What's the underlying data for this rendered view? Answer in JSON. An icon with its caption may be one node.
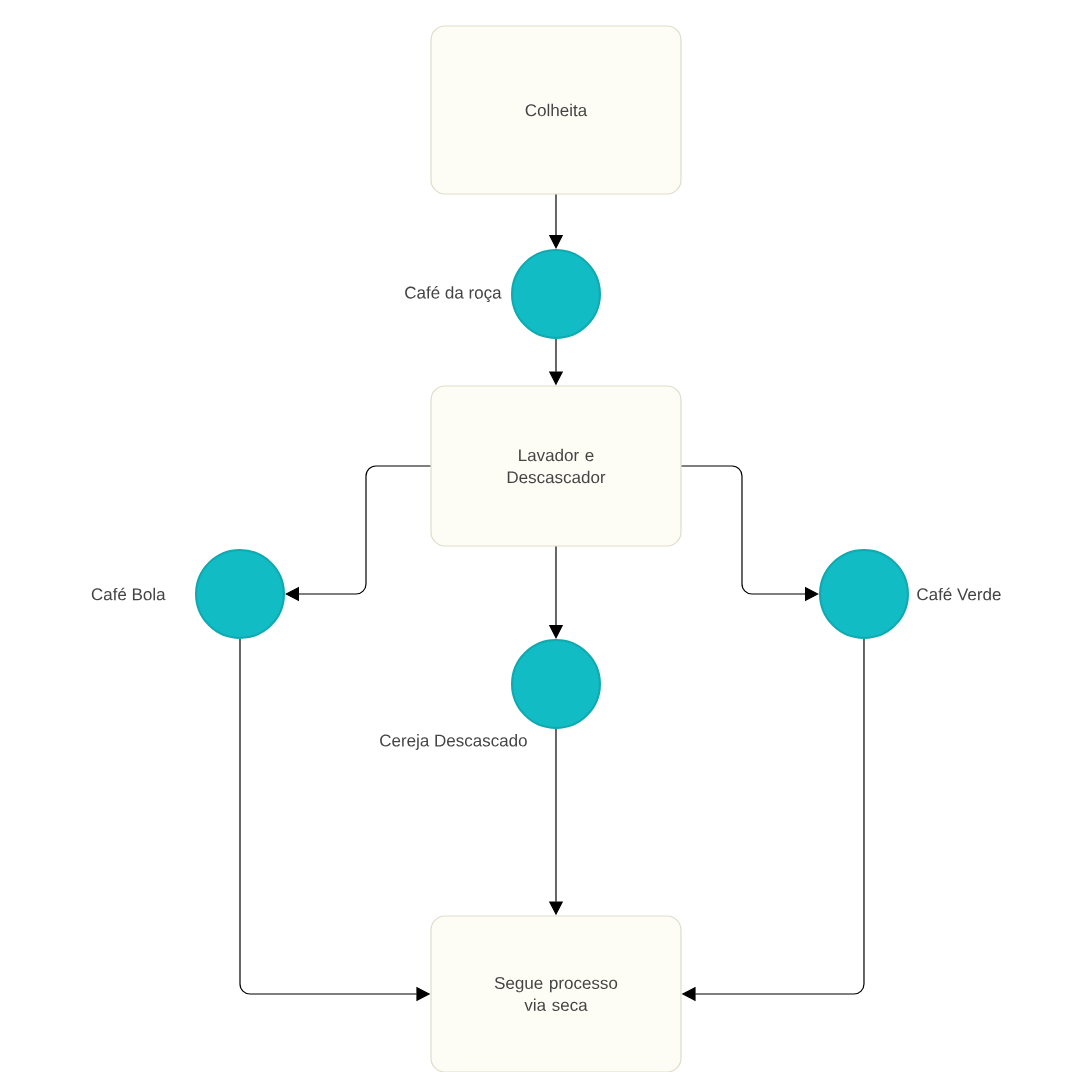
{
  "diagram": {
    "nodes": [
      {
        "text": [
          "Colheita"
        ]
      },
      {
        "text": [],
        "shape": "circle",
        "beside": [
          "Café da roça"
        ]
      },
      {
        "text": [
          "Lavador e Descascador"
        ]
      },
      {
        "text": [],
        "shape": "circle",
        "beside": [
          "Café Bola"
        ]
      },
      {
        "text": [],
        "shape": "circle",
        "beside": [
          "Cereja Descascado"
        ]
      },
      {
        "text": [],
        "shape": "circle",
        "beside": [
          "Café Verde"
        ]
      },
      {
        "text": [
          "Segue processo via seca"
        ]
      }
    ],
    "edges": [
      {
        "from": 0,
        "to": 1,
        "arrow": "to"
      },
      {
        "from": 1,
        "to": 2,
        "arrow": "to"
      },
      {
        "from": 2,
        "to": 3,
        "arrow": "to"
      },
      {
        "from": 2,
        "to": 4,
        "arrow": "to"
      },
      {
        "from": 2,
        "to": 5,
        "arrow": "to"
      },
      {
        "from": 3,
        "to": 6,
        "arrow": "to"
      },
      {
        "from": 4,
        "to": 6,
        "arrow": "to"
      },
      {
        "from": 5,
        "to": 6,
        "arrow": "to"
      }
    ]
  }
}
